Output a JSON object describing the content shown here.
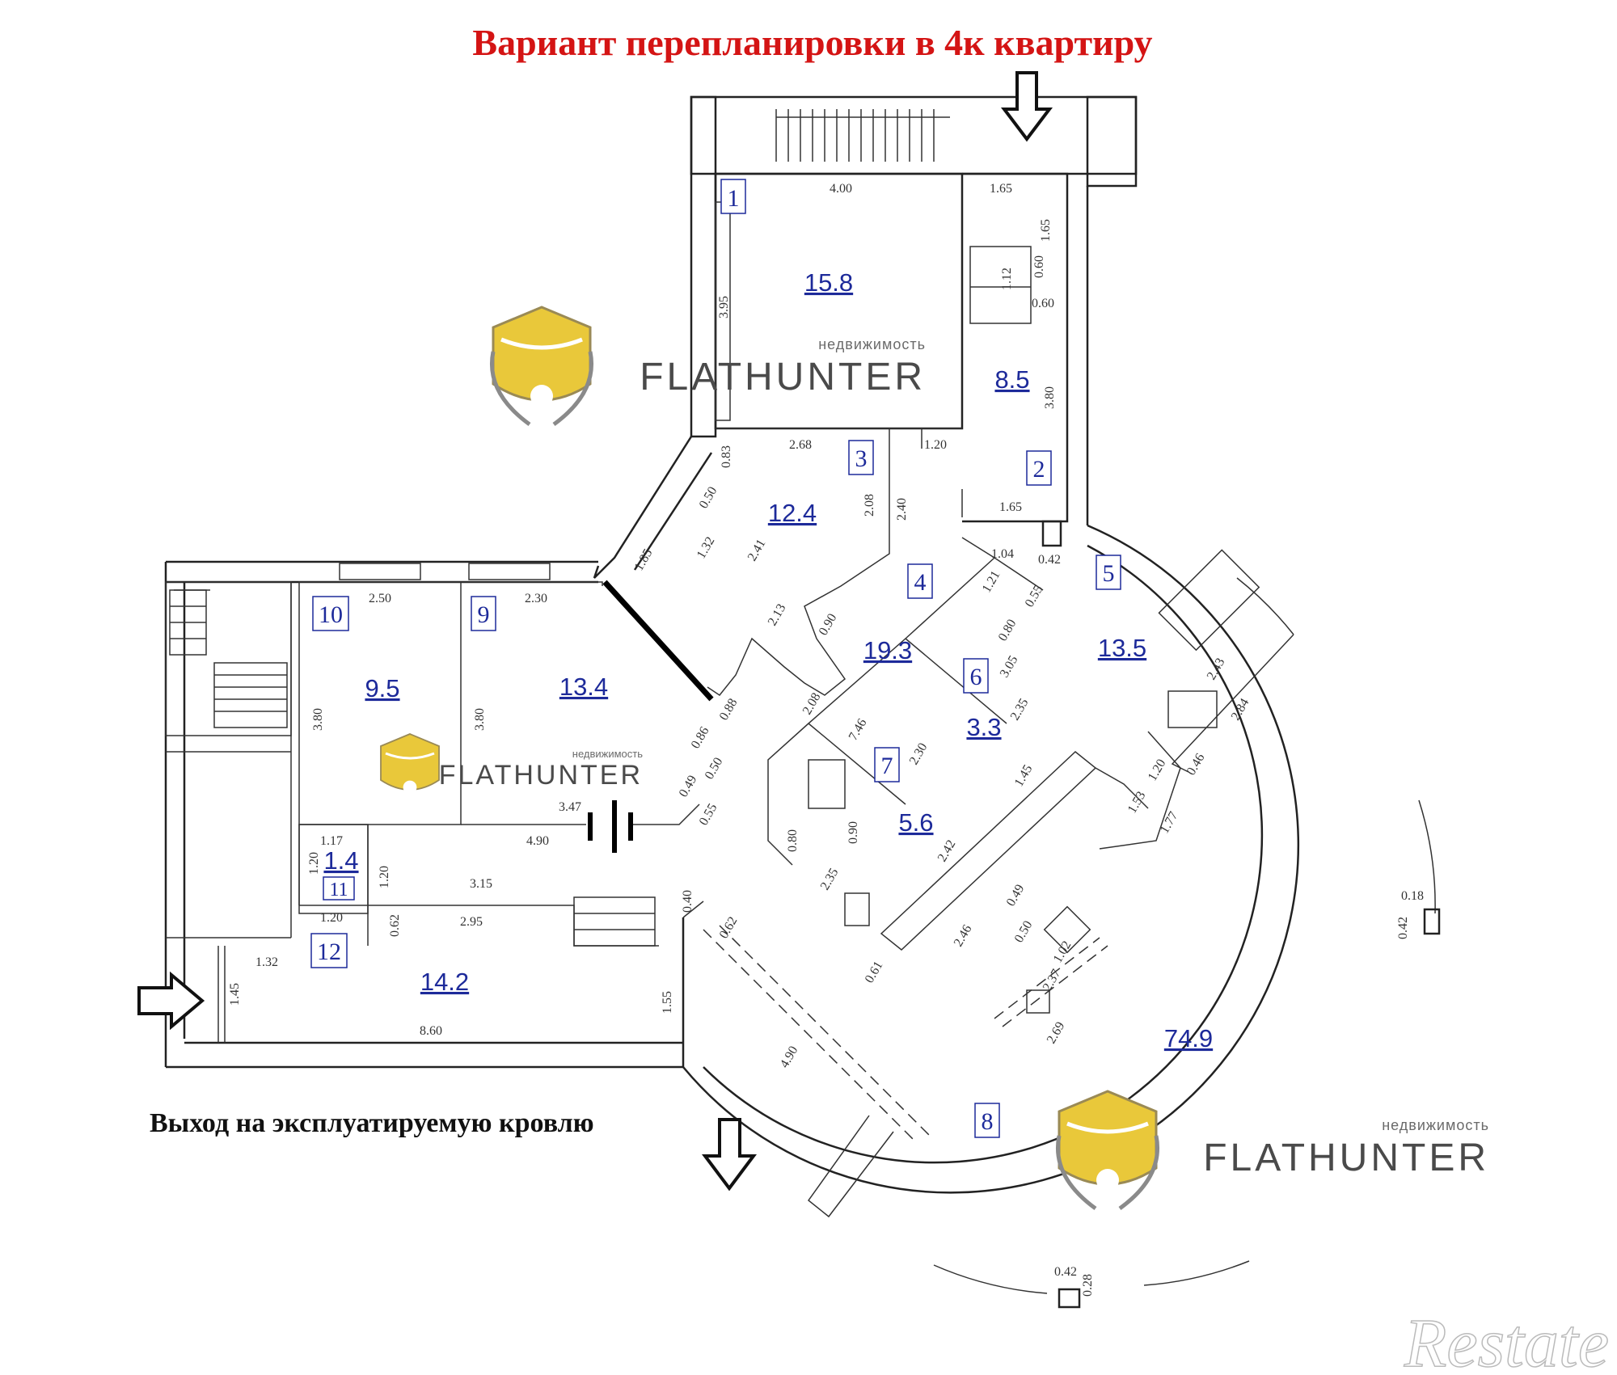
{
  "title": "Вариант перепланировки в 4к квартиру",
  "exit_label": "Выход на эксплуатируемую кровлю",
  "rooms": [
    {
      "num": "1",
      "area": "15.8"
    },
    {
      "num": "2",
      "area": "8.5"
    },
    {
      "num": "3",
      "area": "12.4"
    },
    {
      "num": "4",
      "area": "19.3"
    },
    {
      "num": "5",
      "area": "13.5"
    },
    {
      "num": "6",
      "area": "3.3"
    },
    {
      "num": "7",
      "area": "5.6"
    },
    {
      "num": "8",
      "area": "74.9"
    },
    {
      "num": "9",
      "area": "13.4"
    },
    {
      "num": "10",
      "area": "9.5"
    },
    {
      "num": "11",
      "area": "1.4"
    },
    {
      "num": "12",
      "area": "14.2"
    }
  ],
  "dimensions": [
    "4.00",
    "1.65",
    "1.65",
    "0.60",
    "0.60",
    "1.12",
    "3.95",
    "3.80",
    "2.68",
    "1.20",
    "0.83",
    "2.08",
    "2.40",
    "1.65",
    "0.50",
    "1.32",
    "2.41",
    "1.85",
    "1.04",
    "0.42",
    "1.21",
    "0.55",
    "2.50",
    "2.30",
    "2.13",
    "0.90",
    "0.80",
    "3.05",
    "2.43",
    "2.84",
    "3.80",
    "3.80",
    "0.88",
    "2.08",
    "2.35",
    "0.86",
    "7.46",
    "2.30",
    "1.45",
    "1.20",
    "0.46",
    "0.50",
    "0.49",
    "0.55",
    "3.47",
    "0.90",
    "1.53",
    "1.77",
    "1.17",
    "4.90",
    "1.20",
    "2.42",
    "0.80",
    "2.35",
    "1.20",
    "3.15",
    "0.40",
    "0.49",
    "0.50",
    "1.20",
    "0.62",
    "2.95",
    "0.62",
    "1.02",
    "2.46",
    "0.61",
    "1.32",
    "1.45",
    "1.55",
    "8.60",
    "2.37",
    "2.69",
    "4.90",
    "0.18",
    "0.42",
    "0.42",
    "0.28"
  ],
  "watermark": {
    "brand": "FLATHUNTER",
    "subtitle": "недвижимость"
  },
  "corner_watermark": "Restate"
}
